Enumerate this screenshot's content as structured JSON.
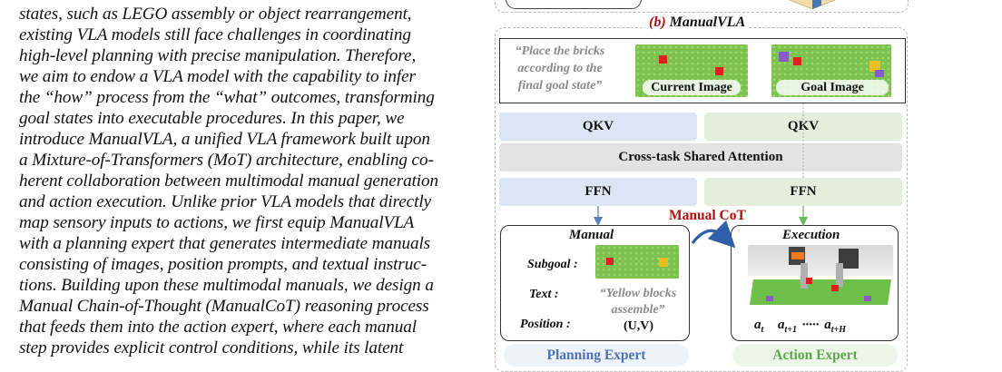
{
  "body_text": [
    "states, such as LEGO assembly or object rearrangement,",
    "existing VLA models still face challenges in coordinating",
    "high-level planning with precise manipulation. Therefore,",
    "we aim to endow a VLA model with the capability to infer",
    "the “how” process from the “what” outcomes, transforming",
    "goal states into executable procedures. In this paper, we",
    "introduce ManualVLA, a unified VLA framework built upon",
    "a Mixture-of-Transformers (MoT) architecture, enabling co-",
    "herent collaboration between multimodal manual generation",
    "and action execution. Unlike prior VLA models that directly",
    "map sensory inputs to actions, we first equip ManualVLA",
    "with a planning expert that generates intermediate manuals",
    "consisting of images, position prompts, and textual instruc-",
    "tions. Building upon these multimodal manuals, we design a",
    "Manual Chain-of-Thought (ManualCoT) reasoning process",
    "that feeds them into the action expert, where each manual",
    "step provides explicit control conditions, while its latent"
  ],
  "figure": {
    "panel_tag": "(b)",
    "panel_title": "ManualVLA",
    "instruction": [
      "“Place the bricks",
      "according to the",
      "final goal state”"
    ],
    "current_image_label": "Current Image",
    "goal_image_label": "Goal Image",
    "qkv_left": "QKV",
    "qkv_right": "QKV",
    "shared_attention": "Cross-task Shared Attention",
    "ffn_left": "FFN",
    "ffn_right": "FFN",
    "manual_cot": "Manual CoT",
    "manual": {
      "title": "Manual",
      "subgoal_label": "Subgoal :",
      "text_label": "Text :",
      "text_value": [
        "“Yellow blocks",
        "assemble”"
      ],
      "position_label": "Position :",
      "position_value": "(U,V)"
    },
    "execution": {
      "title": "Execution",
      "a_t": "t",
      "a_t1": "t+1",
      "dots": "·····",
      "a_tH": "t+H",
      "action_symbol": "a"
    },
    "planning_expert": "Planning Expert",
    "action_expert": "Action Expert"
  },
  "colors": {
    "blue_bar": "#dbe5f3",
    "green_bar": "#e3efdb",
    "gray_bar": "#e3e3e3",
    "blue_text": "#4a72b8",
    "green_text": "#5aa64c",
    "red_title": "#b01010"
  }
}
